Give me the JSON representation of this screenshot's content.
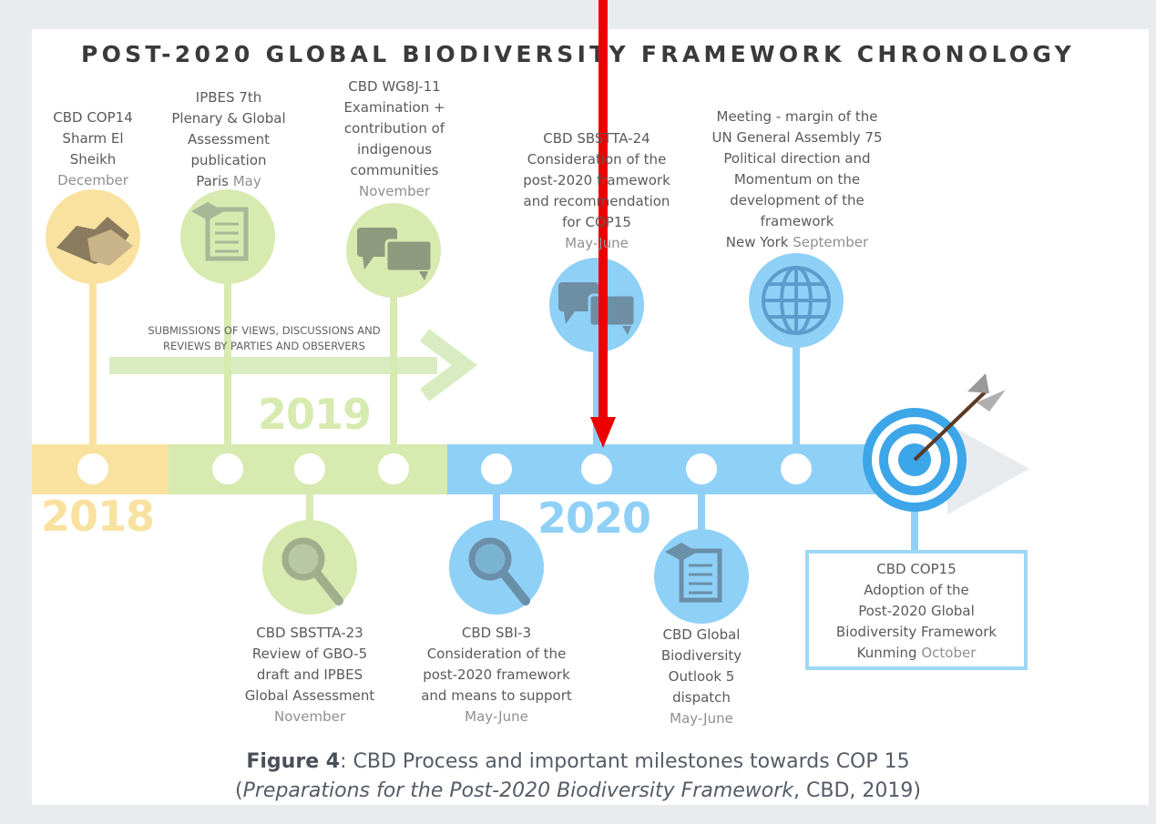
{
  "title": "POST-2020 GLOBAL BIODIVERSITY FRAMEWORK CHRONOLOGY",
  "years": [
    "2018",
    "2019",
    "2020"
  ],
  "arrow_text": {
    "line1": "SUBMISSIONS OF VIEWS, DISCUSSIONS AND",
    "line2": "REVIEWS BY PARTIES AND OBSERVERS"
  },
  "events_top": [
    {
      "lines": [
        "CBD COP14",
        "Sharm El",
        "Sheikh"
      ],
      "when": "December",
      "icon": "handshake-icon"
    },
    {
      "lines": [
        "IPBES 7th",
        "Plenary & Global",
        "Assessment",
        "publication"
      ],
      "where": "Paris",
      "when": "May",
      "icon": "document-graduation-icon"
    },
    {
      "lines": [
        "CBD WG8J-11",
        "Examination +",
        "contribution of",
        "indigenous",
        "communities"
      ],
      "when": "November",
      "icon": "chat-bubbles-icon"
    },
    {
      "lines": [
        "CBD SBSTTA-24",
        "Consideration of the",
        "post-2020 framework",
        "and recommendation",
        "for COP15"
      ],
      "when": "May-June",
      "icon": "chat-bubbles-icon"
    },
    {
      "lines": [
        "Meeting - margin of the",
        "UN General Assembly 75",
        "Political direction and",
        "Momentum on the",
        "development of the",
        "framework"
      ],
      "where": "New York",
      "when": "September",
      "icon": "globe-icon"
    }
  ],
  "events_bottom": [
    {
      "lines": [
        "CBD SBSTTA-23",
        "Review of GBO-5",
        "draft and IPBES",
        "Global Assessment"
      ],
      "when": "November",
      "icon": "magnifier-icon"
    },
    {
      "lines": [
        "CBD SBI-3",
        "Consideration of the",
        "post-2020 framework",
        "and means to support"
      ],
      "when": "May-June",
      "icon": "magnifier-icon"
    },
    {
      "lines": [
        "CBD Global",
        "Biodiversity",
        "Outlook 5",
        "dispatch"
      ],
      "when": "May-June",
      "icon": "document-graduation-icon"
    }
  ],
  "final_event": {
    "lines": [
      "CBD COP15",
      "Adoption of the",
      "Post-2020 Global",
      "Biodiversity Framework"
    ],
    "where": "Kunming",
    "when": "October",
    "icon": "target-arrow-icon"
  },
  "caption": {
    "figure_label": "Figure 4",
    "line1_rest": ": CBD Process and important milestones towards COP 15",
    "line2_open": "(",
    "line2_italic": "Preparations for the Post-2020 Biodiversity Framework",
    "line2_rest": ", CBD, 2019)"
  },
  "colors": {
    "y2018": "#f9e2a0",
    "y2019": "#d7eab0",
    "y2020": "#8fd0f7",
    "red_pointer": "#ee0000"
  }
}
